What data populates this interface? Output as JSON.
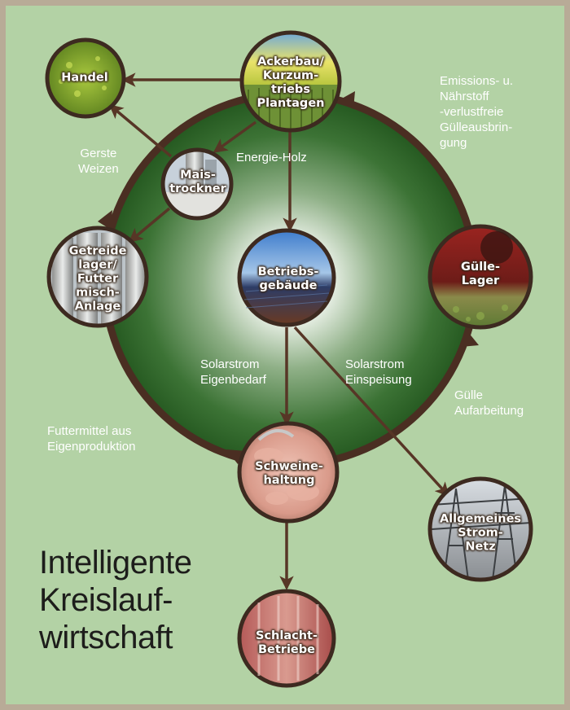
{
  "title": "Intelligente\nKreislauf-\nwirtschaft",
  "nodes": {
    "handel": "Handel",
    "ackerbau": "Ackerbau/\nKurzum-\ntriebs\nPlantagen",
    "maistrockner": "Mais-\ntrockner",
    "getreidelager": "Getreide\nlager/\nFutter\nmisch-\nAnlage",
    "betriebsgebaeude": "Betriebs-\ngebäude",
    "guellelager": "Gülle-\nLager",
    "schweinehaltung": "Schweine-\nhaltung",
    "stromnetz": "Allgemeines\nStrom-\nNetz",
    "schlachtbetriebe": "Schlacht-\nBetriebe"
  },
  "edges": {
    "gerste_weizen": "Gerste\nWeizen",
    "energie_holz": "Energie-Holz",
    "emissionsfrei": "Emissions- u.\nNährstoff\n-verlustfreie\nGülleausbrin-\ngung",
    "solar_eigenbedarf": "Solarstrom\nEigenbedarf",
    "solar_einspeisung": "Solarstrom\nEinspeisung",
    "guelle_aufarbeitung": "Gülle\nAufarbeitung",
    "futtermittel": "Futtermittel aus\nEigenproduktion"
  },
  "colors": {
    "background": "#b3d2a5",
    "frame": "#b8ab97",
    "ring": "#4a2e22",
    "disk_dark": "#23591f",
    "disk_light": "#ffffff",
    "arrow": "#573626"
  }
}
